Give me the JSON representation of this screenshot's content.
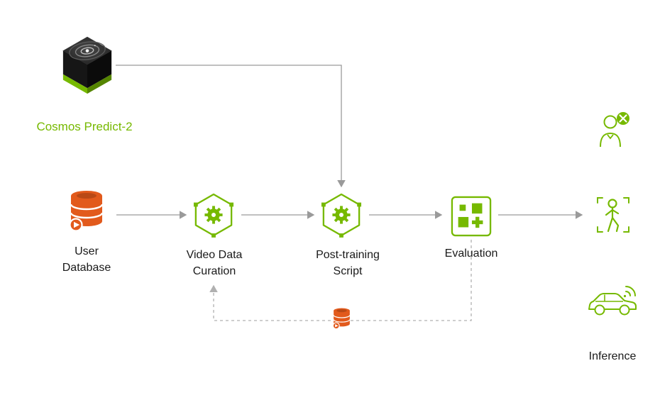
{
  "diagram": {
    "model": {
      "label": "Cosmos Predict-2",
      "icon": "cosmos-cube-icon",
      "label_color": "#76b900"
    },
    "nodes": {
      "user_database": {
        "line1": "User",
        "line2": "Database",
        "icon": "video-database-icon"
      },
      "video_data_curation": {
        "line1": "Video Data",
        "line2": "Curation",
        "icon": "hexagon-gear-icon"
      },
      "post_training": {
        "line1": "Post-training",
        "line2": "Script",
        "icon": "hexagon-gear-icon"
      },
      "evaluation": {
        "label": "Evaluation",
        "icon": "evaluation-grid-icon"
      },
      "inference": {
        "label": "Inference",
        "icons": [
          "human-robot-icon",
          "pedestrian-detection-icon",
          "connected-car-icon"
        ]
      }
    },
    "feedback_node": {
      "icon": "video-database-icon"
    },
    "colors": {
      "nvidia_green": "#76b900",
      "orange": "#e25a1c",
      "connector_gray": "#9a9a9a",
      "feedback_dashed_gray": "#b0b0b0",
      "text": "#1a1a1a"
    }
  }
}
